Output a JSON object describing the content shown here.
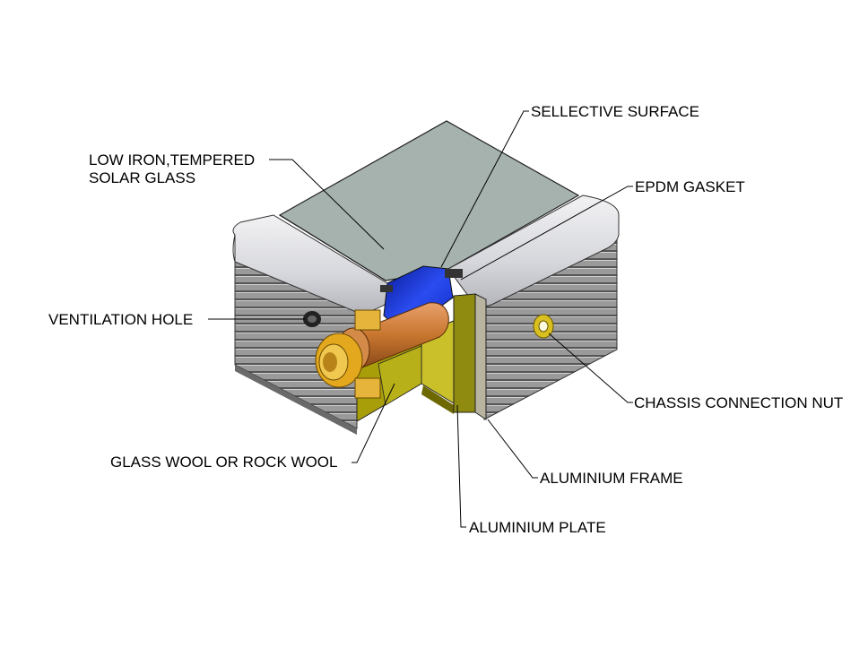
{
  "labels": {
    "glass": [
      "LOW IRON,TEMPERED",
      "SOLAR GLASS"
    ],
    "selective_surface": "SELLECTIVE SURFACE",
    "gasket": "EPDM GASKET",
    "ventilation": "VENTILATION HOLE",
    "chassis_nut": "CHASSIS CONNECTION NUT",
    "insulation": "GLASS WOOL OR ROCK WOOL",
    "frame": "ALUMINIUM FRAME",
    "plate": "ALUMINIUM PLATE"
  },
  "colors": {
    "glass": "#a6b2ad",
    "frame_cap": "#dcdde2",
    "frame_side": "#8a8a8a",
    "insulation": "#b3ab10",
    "absorber_blue": "#1e38e0",
    "copper": "#c8762f",
    "brass": "#e3a81e",
    "nut": "#d9c020"
  }
}
